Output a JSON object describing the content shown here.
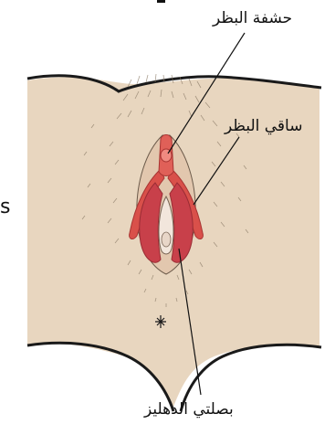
{
  "labels": {
    "glans": "حشفة البظر",
    "crura": "ساقي البظر",
    "vestibular_bulbs": "بصلتي الدهليز"
  },
  "stray_char": "s",
  "colors": {
    "background": "#ffffff",
    "skin": "#e8d6bf",
    "skin_outline": "#1a1a1a",
    "hair": "#8a7a66",
    "organ_red": "#d9504a",
    "organ_dark": "#b83a38",
    "leader_line": "#111111"
  }
}
